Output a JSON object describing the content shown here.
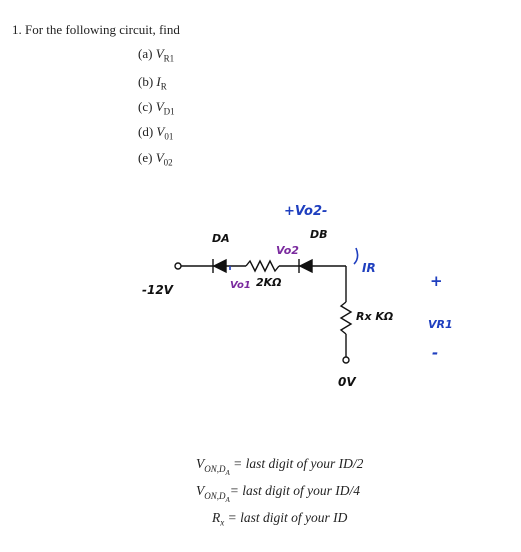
{
  "question": {
    "title": "1.  For the following circuit, find",
    "parts": [
      {
        "label": "(a) ",
        "var": "V",
        "sub": "R1"
      },
      {
        "label": "(b) ",
        "var": "I",
        "sub": "R"
      },
      {
        "label": "(c) ",
        "var": "V",
        "sub": "D1"
      },
      {
        "label": "(d) ",
        "var": "V",
        "sub": "01"
      },
      {
        "label": "(e) ",
        "var": "V",
        "sub": "02"
      }
    ]
  },
  "circuit": {
    "source_label": "-12V",
    "d1_label": "DA",
    "d2_label": "DB",
    "resistor1_label": "2KΩ",
    "resistor2_label": "Rx KΩ",
    "vo1_label": "Vo1",
    "vo2_label": "+Vo2-",
    "vo2_small_label": "Vo2",
    "ir_label": "IR",
    "vr1_plus": "+",
    "vr1_label": "VR1",
    "vr1_minus": "-",
    "ground_label": "0V",
    "colors": {
      "blue": "#1f3fbf",
      "purple": "#7a2a9e",
      "black": "#111111"
    }
  },
  "notes": [
    {
      "var": "V",
      "sub": "ON,D",
      "subsub": "A",
      "rest": " = last digit of your ID/2"
    },
    {
      "var": "V",
      "sub": "ON,D",
      "subsub": "A",
      "rest": "= last digit of your ID/4"
    },
    {
      "var": "R",
      "sub": "x",
      "subsub": "",
      "rest": " =  last digit of your ID"
    }
  ]
}
